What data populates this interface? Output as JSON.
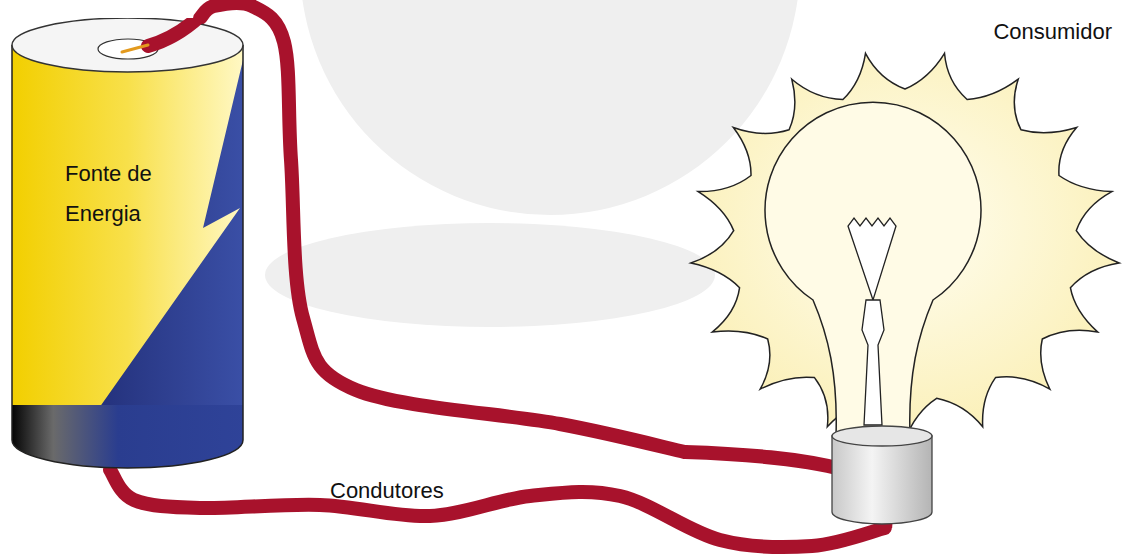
{
  "diagram": {
    "nodes": [
      {
        "text": [
          "Fonte de Energia"
        ]
      },
      {
        "text": [
          "Consumidor"
        ]
      }
    ],
    "edges": [
      {
        "from": 0,
        "to": 1,
        "arrow": "none"
      },
      {
        "from": 0,
        "to": 1,
        "arrow": "none"
      }
    ],
    "labels": [
      "Condutores"
    ]
  }
}
